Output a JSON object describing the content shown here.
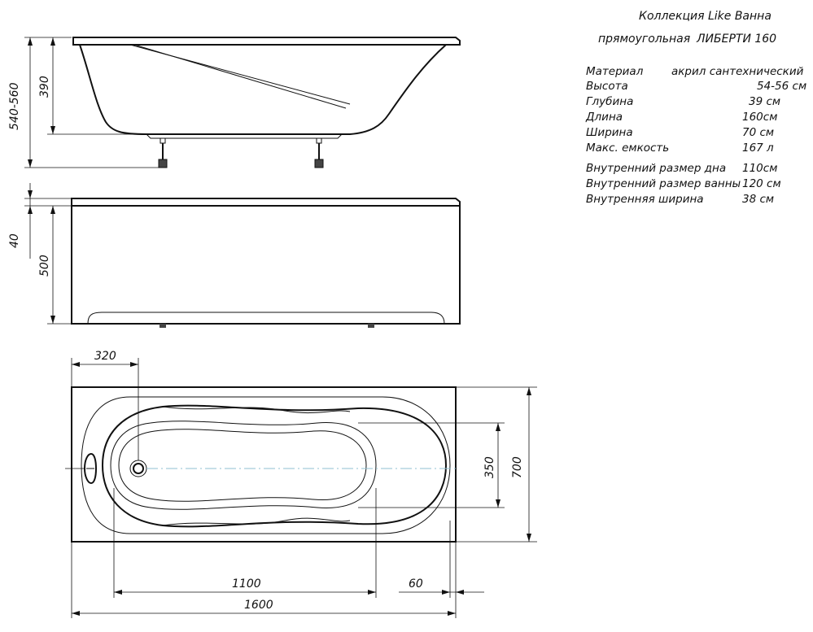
{
  "header": {
    "collection": "Коллекция Like Ванна",
    "shape": "прямоугольная",
    "model": "ЛИБЕРТИ 160"
  },
  "specs": [
    {
      "label": "Материал",
      "value": "акрил сантехнический"
    },
    {
      "label": "Высота",
      "value": "54-56 см"
    },
    {
      "label": "Глубина",
      "value": "39 см"
    },
    {
      "label": "Длина",
      "value": "160см"
    },
    {
      "label": "Ширина",
      "value": "70 см"
    },
    {
      "label": "Макс. емкость",
      "value": "167 л"
    },
    {
      "label": "Внутренний размер дна",
      "value": "110см"
    },
    {
      "label": "Внутренний размер ванны",
      "value": "120 см"
    },
    {
      "label": "Внутренняя ширина",
      "value": "38 см"
    }
  ],
  "dimensions": {
    "side_total": "540-560",
    "side_depth": "390",
    "front_rim": "40",
    "front_height": "500",
    "top_offset": "320",
    "top_inner_width": "350",
    "top_width": "700",
    "top_bottom_length": "1100",
    "top_end_offset": "60",
    "top_length": "1600"
  }
}
